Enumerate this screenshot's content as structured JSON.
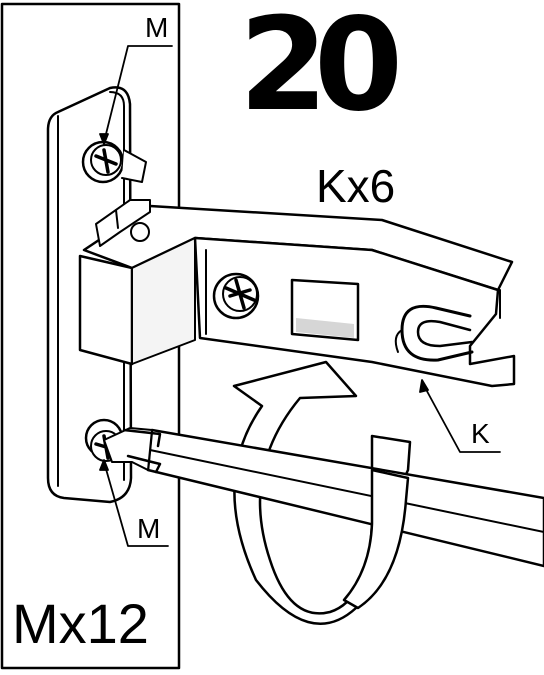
{
  "step": {
    "number": "20"
  },
  "quantities": {
    "k": "Kx6",
    "m": "Mx12"
  },
  "callouts": {
    "m_top": "M",
    "m_bottom": "M",
    "k": "K"
  },
  "colors": {
    "ink": "#000000",
    "paper": "#ffffff",
    "shade": "#d6d6d6"
  },
  "icons": [
    "screw-m-icon",
    "screw-k-icon",
    "screwdriver-icon",
    "rotation-arrow-icon"
  ]
}
